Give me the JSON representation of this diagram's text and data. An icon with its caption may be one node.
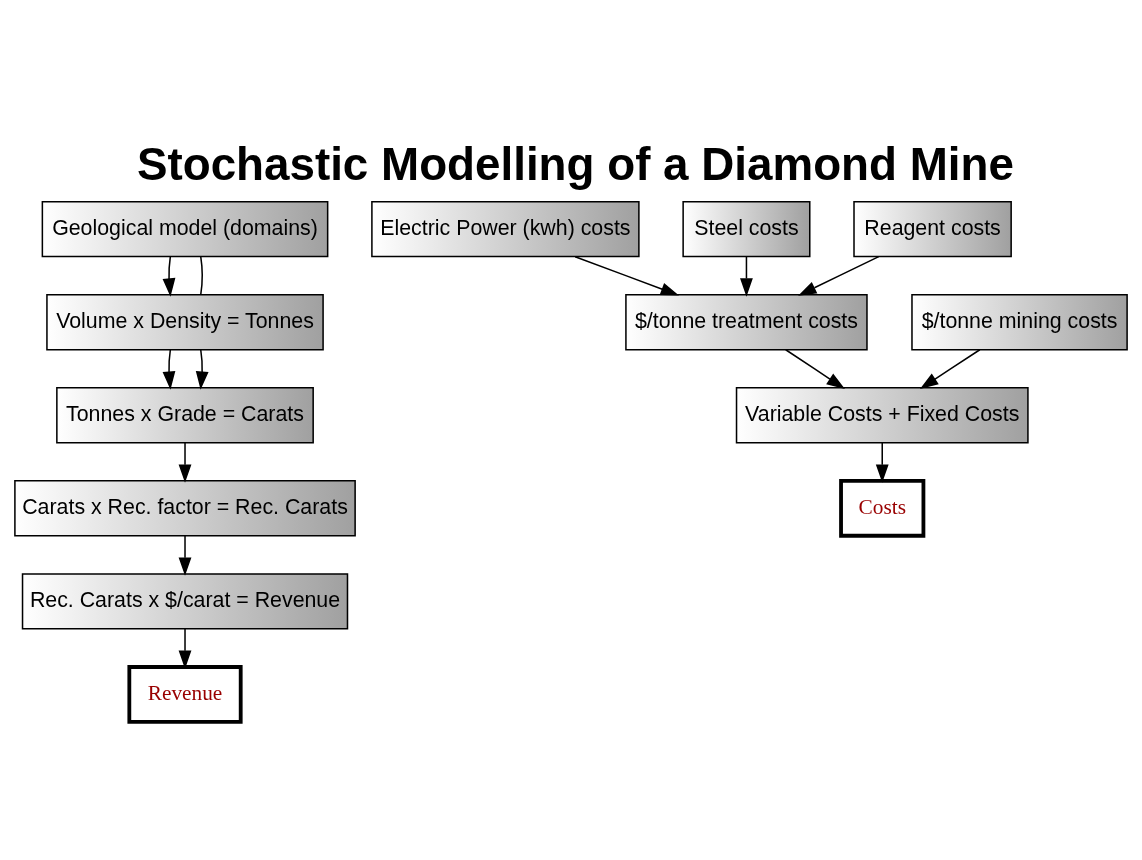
{
  "diagram": {
    "title": "Stochastic Modelling of a Diamond Mine",
    "nodes": [
      {
        "text": [
          "Geological model (domains)"
        ]
      },
      {
        "text": [
          "Volume x Density = Tonnes"
        ]
      },
      {
        "text": [
          "Tonnes x Grade = Carats"
        ]
      },
      {
        "text": [
          "Carats x Rec. factor = Rec. Carats"
        ]
      },
      {
        "text": [
          "Rec. Carats x $/carat = Revenue"
        ]
      },
      {
        "text": [
          "Revenue"
        ]
      },
      {
        "text": [
          "Costs"
        ]
      },
      {
        "text": [
          "Variable Costs + Fixed Costs"
        ]
      },
      {
        "text": [
          "$/tonne treatment costs"
        ]
      },
      {
        "text": [
          "$/tonne mining costs"
        ]
      },
      {
        "text": [
          "Electric Power (kwh) costs"
        ]
      },
      {
        "text": [
          "Steel costs"
        ]
      },
      {
        "text": [
          "Reagent costs"
        ]
      }
    ],
    "edges": [
      {
        "from": 0,
        "to": 1,
        "arrow": "to"
      },
      {
        "from": 0,
        "to": 1,
        "arrow": "none"
      },
      {
        "from": 1,
        "to": 2,
        "arrow": "to"
      },
      {
        "from": 1,
        "to": 2,
        "arrow": "to"
      },
      {
        "from": 2,
        "to": 3,
        "arrow": "to"
      },
      {
        "from": 3,
        "to": 4,
        "arrow": "to"
      },
      {
        "from": 4,
        "to": 5,
        "arrow": "to"
      },
      {
        "from": 7,
        "to": 6,
        "arrow": "to"
      },
      {
        "from": 8,
        "to": 7,
        "arrow": "to"
      },
      {
        "from": 9,
        "to": 7,
        "arrow": "to"
      },
      {
        "from": 10,
        "to": 8,
        "arrow": "to"
      },
      {
        "from": 11,
        "to": 8,
        "arrow": "to"
      },
      {
        "from": 12,
        "to": 8,
        "arrow": "to"
      }
    ]
  }
}
